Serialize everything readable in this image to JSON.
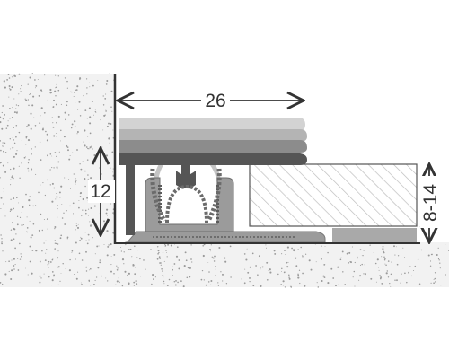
{
  "dimensions": {
    "width": "26",
    "height": "12",
    "range": "8-14"
  },
  "colors": {
    "background": "#ffffff",
    "speckle_bg": "#f2f2f2",
    "speckle": "#9a9a9a",
    "line": "#333333",
    "profile_dark": "#555555",
    "profile_mid": "#8c8c8c",
    "profile_light": "#b4b4b4",
    "profile_ghost": "#d3d3d3",
    "base_rail": "#9b9b9b",
    "hatch": "#bdbdbd",
    "underlay": "#a9a9a9"
  },
  "icons": {
    "arrow_style": "open-arrowhead"
  }
}
